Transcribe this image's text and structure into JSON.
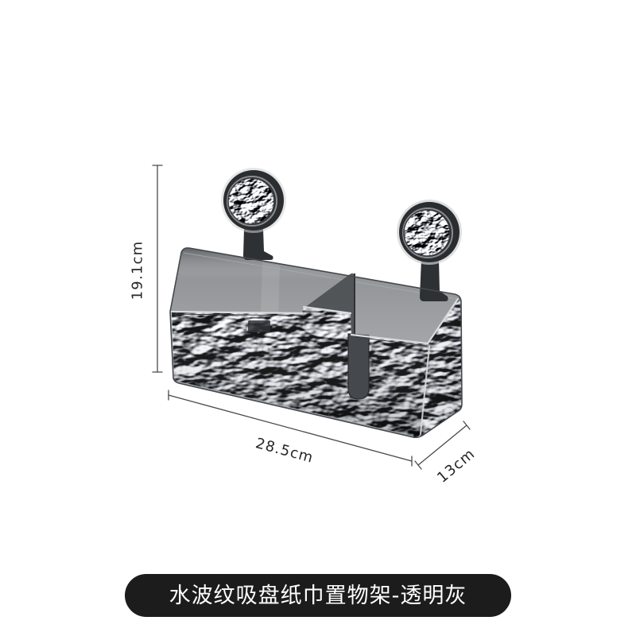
{
  "dimensions": {
    "height_label": "19.1cm",
    "width_label": "28.5cm",
    "depth_label": "13cm"
  },
  "caption": "水波纹吸盘纸巾置物架-透明灰",
  "colors": {
    "background": "#ffffff",
    "caption_background": "#1c1c1c",
    "caption_text": "#ffffff",
    "dimension_line": "#4a4a4a",
    "dimension_text": "#262626",
    "glass_tint": "#86898c",
    "glass_edge": "#45484c",
    "suction_ring": "#2b2d30",
    "hanger": "#2e3134"
  }
}
